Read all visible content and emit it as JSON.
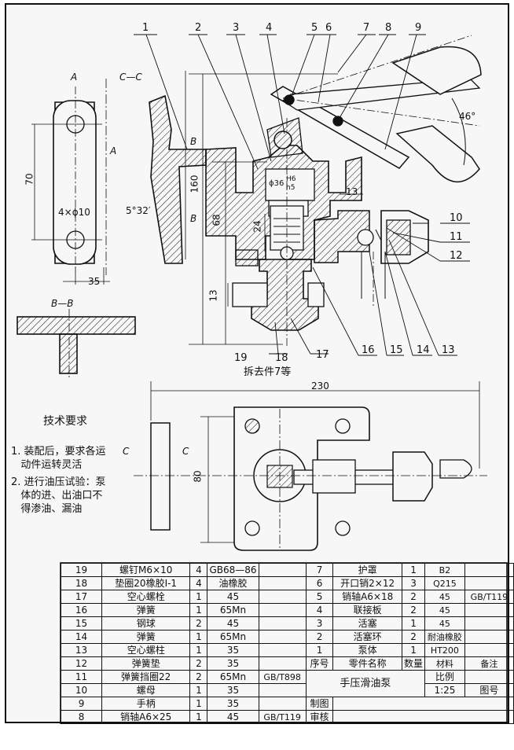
{
  "view_labels": {
    "arrow_a": "A",
    "section_cc": "C—C",
    "section_bb": "B—B",
    "removed_note": "拆去件7等",
    "cut_c_left": "C",
    "cut_c_right": "C",
    "cut_b_top": "B",
    "cut_b_bottom": "B",
    "cut_a": "A"
  },
  "dimensions": {
    "d70": "70",
    "d4x10": "4×ϕ10",
    "d35": "35",
    "angle": "5°32′",
    "d160": "160",
    "d68": "68",
    "d24": "24",
    "d13a": "13",
    "d13b": "13",
    "fit_dia": "ϕ36",
    "fit_hole": "H6",
    "fit_shaft": "h5",
    "d46": "46°",
    "d230": "230",
    "d80": "80"
  },
  "balloons": {
    "top": [
      "1",
      "2",
      "3",
      "4",
      "5",
      "6",
      "7",
      "8",
      "9"
    ],
    "right": [
      "10",
      "11",
      "12"
    ],
    "bottom": [
      "16",
      "15",
      "14",
      "13"
    ],
    "lower": [
      "18",
      "17"
    ],
    "plan": "19"
  },
  "technical_requirements": {
    "title": "技术要求",
    "items": [
      "1. 装配后，要求各运",
      "   动件运转灵活",
      "2. 进行油压试验：泵",
      "   体的进、出油口不",
      "   得渗油、漏油"
    ]
  },
  "bom": {
    "left_rows": [
      {
        "no": "19",
        "name": "螺钉M6×10",
        "qty": "4",
        "material": "GB68—86",
        "note": ""
      },
      {
        "no": "18",
        "name": "垫圈20橡胶I-1",
        "qty": "4",
        "material": "油橡胶",
        "note": ""
      },
      {
        "no": "17",
        "name": "空心螺栓",
        "qty": "1",
        "material": "45",
        "note": ""
      },
      {
        "no": "16",
        "name": "弹簧",
        "qty": "1",
        "material": "65Mn",
        "note": ""
      },
      {
        "no": "15",
        "name": "钢球",
        "qty": "2",
        "material": "45",
        "note": ""
      },
      {
        "no": "14",
        "name": "弹簧",
        "qty": "1",
        "material": "65Mn",
        "note": ""
      },
      {
        "no": "13",
        "name": "空心螺柱",
        "qty": "1",
        "material": "35",
        "note": ""
      },
      {
        "no": "12",
        "name": "弹簧垫",
        "qty": "2",
        "material": "35",
        "note": ""
      },
      {
        "no": "11",
        "name": "弹簧挡圈22",
        "qty": "2",
        "material": "65Mn",
        "note": "GB/T898"
      },
      {
        "no": "10",
        "name": "螺母",
        "qty": "1",
        "material": "35",
        "note": ""
      },
      {
        "no": "9",
        "name": "手柄",
        "qty": "1",
        "material": "35",
        "note": ""
      },
      {
        "no": "8",
        "name": "销轴A6×25",
        "qty": "1",
        "material": "45",
        "note": "GB/T119"
      }
    ],
    "right_rows": [
      {
        "no": "7",
        "name": "护罩",
        "qty": "1",
        "material": "B2",
        "note": ""
      },
      {
        "no": "6",
        "name": "开口销2×12",
        "qty": "3",
        "material": "Q215",
        "note": ""
      },
      {
        "no": "5",
        "name": "销轴A6×18",
        "qty": "2",
        "material": "45",
        "note": "GB/T119"
      },
      {
        "no": "4",
        "name": "联接板",
        "qty": "2",
        "material": "45",
        "note": ""
      },
      {
        "no": "3",
        "name": "活塞",
        "qty": "1",
        "material": "45",
        "note": ""
      },
      {
        "no": "2",
        "name": "活塞环",
        "qty": "2",
        "material": "耐油橡胶",
        "note": ""
      },
      {
        "no": "1",
        "name": "泵体",
        "qty": "1",
        "material": "HT200",
        "note": ""
      }
    ],
    "header": {
      "no": "序号",
      "name": "零件名称",
      "qty": "数量",
      "material": "材料",
      "note": "备注"
    },
    "title_block": {
      "title": "手压滑油泵",
      "scale_label": "比例",
      "scale": "1:25",
      "drawing_no": "图号",
      "drawn": "制图",
      "checked": "审核"
    }
  }
}
